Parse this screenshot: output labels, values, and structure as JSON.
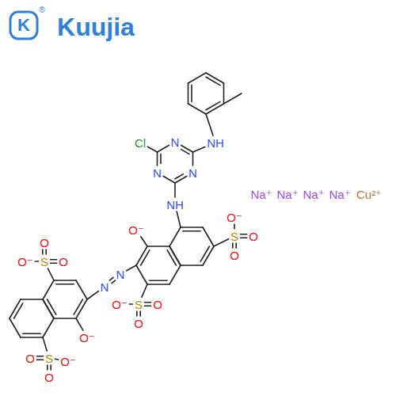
{
  "diagram": {
    "labels": [
      "K",
      "®",
      "Kuujia",
      "Cl",
      "N",
      "NH",
      "N",
      "N",
      "NH",
      "Na⁺",
      "Na⁺",
      "Na⁺",
      "Na⁺",
      "Cu²⁺",
      "O⁻",
      "O⁻",
      "S",
      "O",
      "O",
      "O",
      "O⁻",
      "S",
      "O",
      "N",
      "N",
      "O⁻",
      "S",
      "O",
      "O",
      "O⁻",
      "O",
      "S",
      "O⁻",
      "O"
    ]
  }
}
